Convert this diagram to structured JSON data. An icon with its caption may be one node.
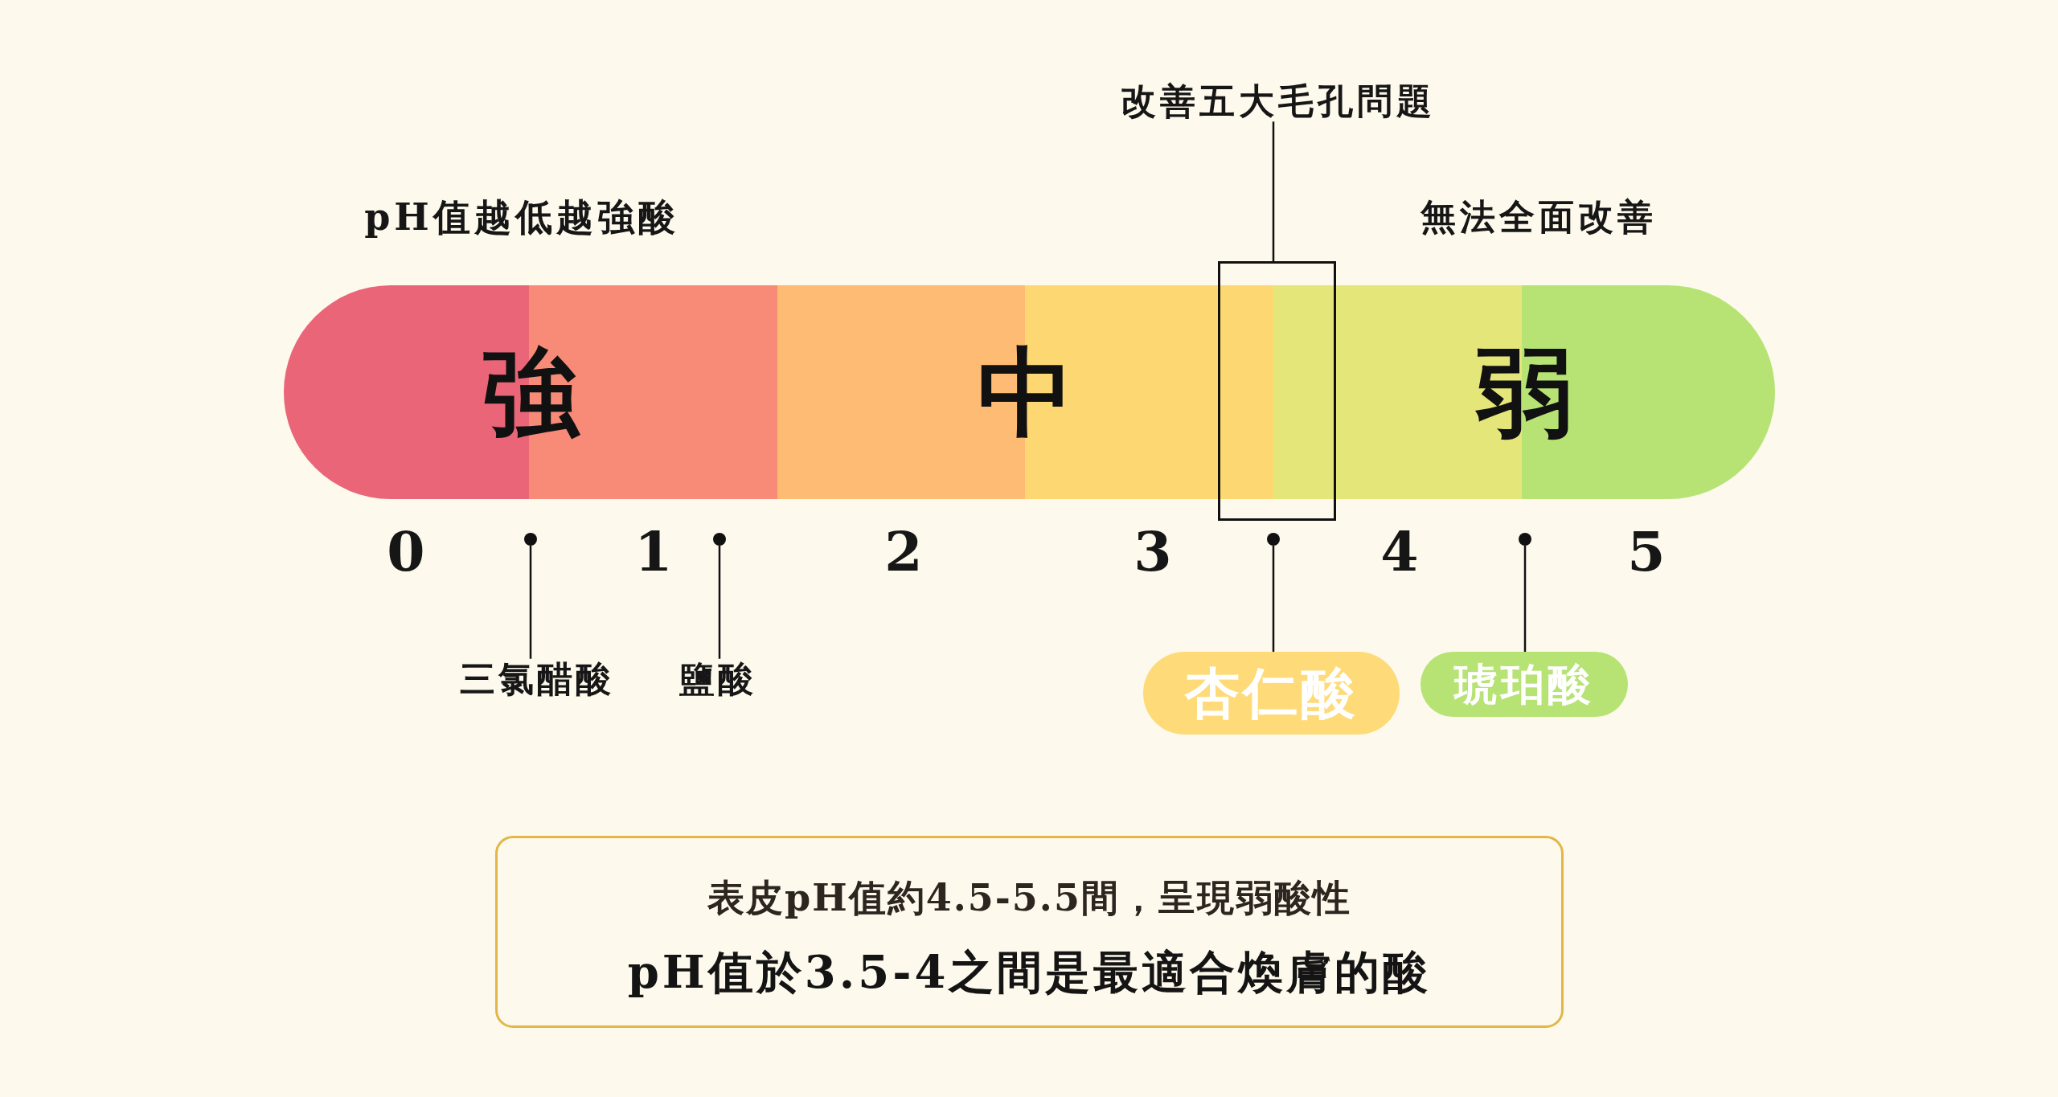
{
  "diagram": {
    "nodes": [
      {
        "text": [
          "改善五大毛孔問題"
        ]
      },
      {
        "text": [],
        "shape": "box"
      },
      {
        "text": [
          "強"
        ]
      },
      {
        "text": [
          "中"
        ]
      },
      {
        "text": [
          "弱"
        ]
      },
      {
        "text": [],
        "shape": "circle"
      },
      {
        "text": [],
        "shape": "circle"
      },
      {
        "text": [],
        "shape": "circle"
      },
      {
        "text": [],
        "shape": "circle"
      },
      {
        "text": [
          "三氯醋酸"
        ]
      },
      {
        "text": [
          "鹽酸"
        ]
      },
      {
        "text": [
          "杏仁酸"
        ]
      },
      {
        "text": [
          "琥珀酸"
        ]
      },
      {
        "text": [
          "表皮pH值約4.5-5.5間，呈現弱酸性",
          "pH值於3.5-4之間是最適合煥膚的酸"
        ]
      }
    ],
    "edges": [
      {
        "from": 0,
        "to": 1,
        "arrow": "none"
      },
      {
        "from": 9,
        "to": 5,
        "arrow": "none"
      },
      {
        "from": 10,
        "to": 6,
        "arrow": "none"
      },
      {
        "from": 11,
        "to": 7,
        "arrow": "none"
      },
      {
        "from": 12,
        "to": 8,
        "arrow": "none"
      }
    ],
    "labels": [
      "pH值越低越強酸",
      "無法全面改善",
      "0",
      "1",
      "2",
      "3",
      "4",
      "5"
    ]
  }
}
